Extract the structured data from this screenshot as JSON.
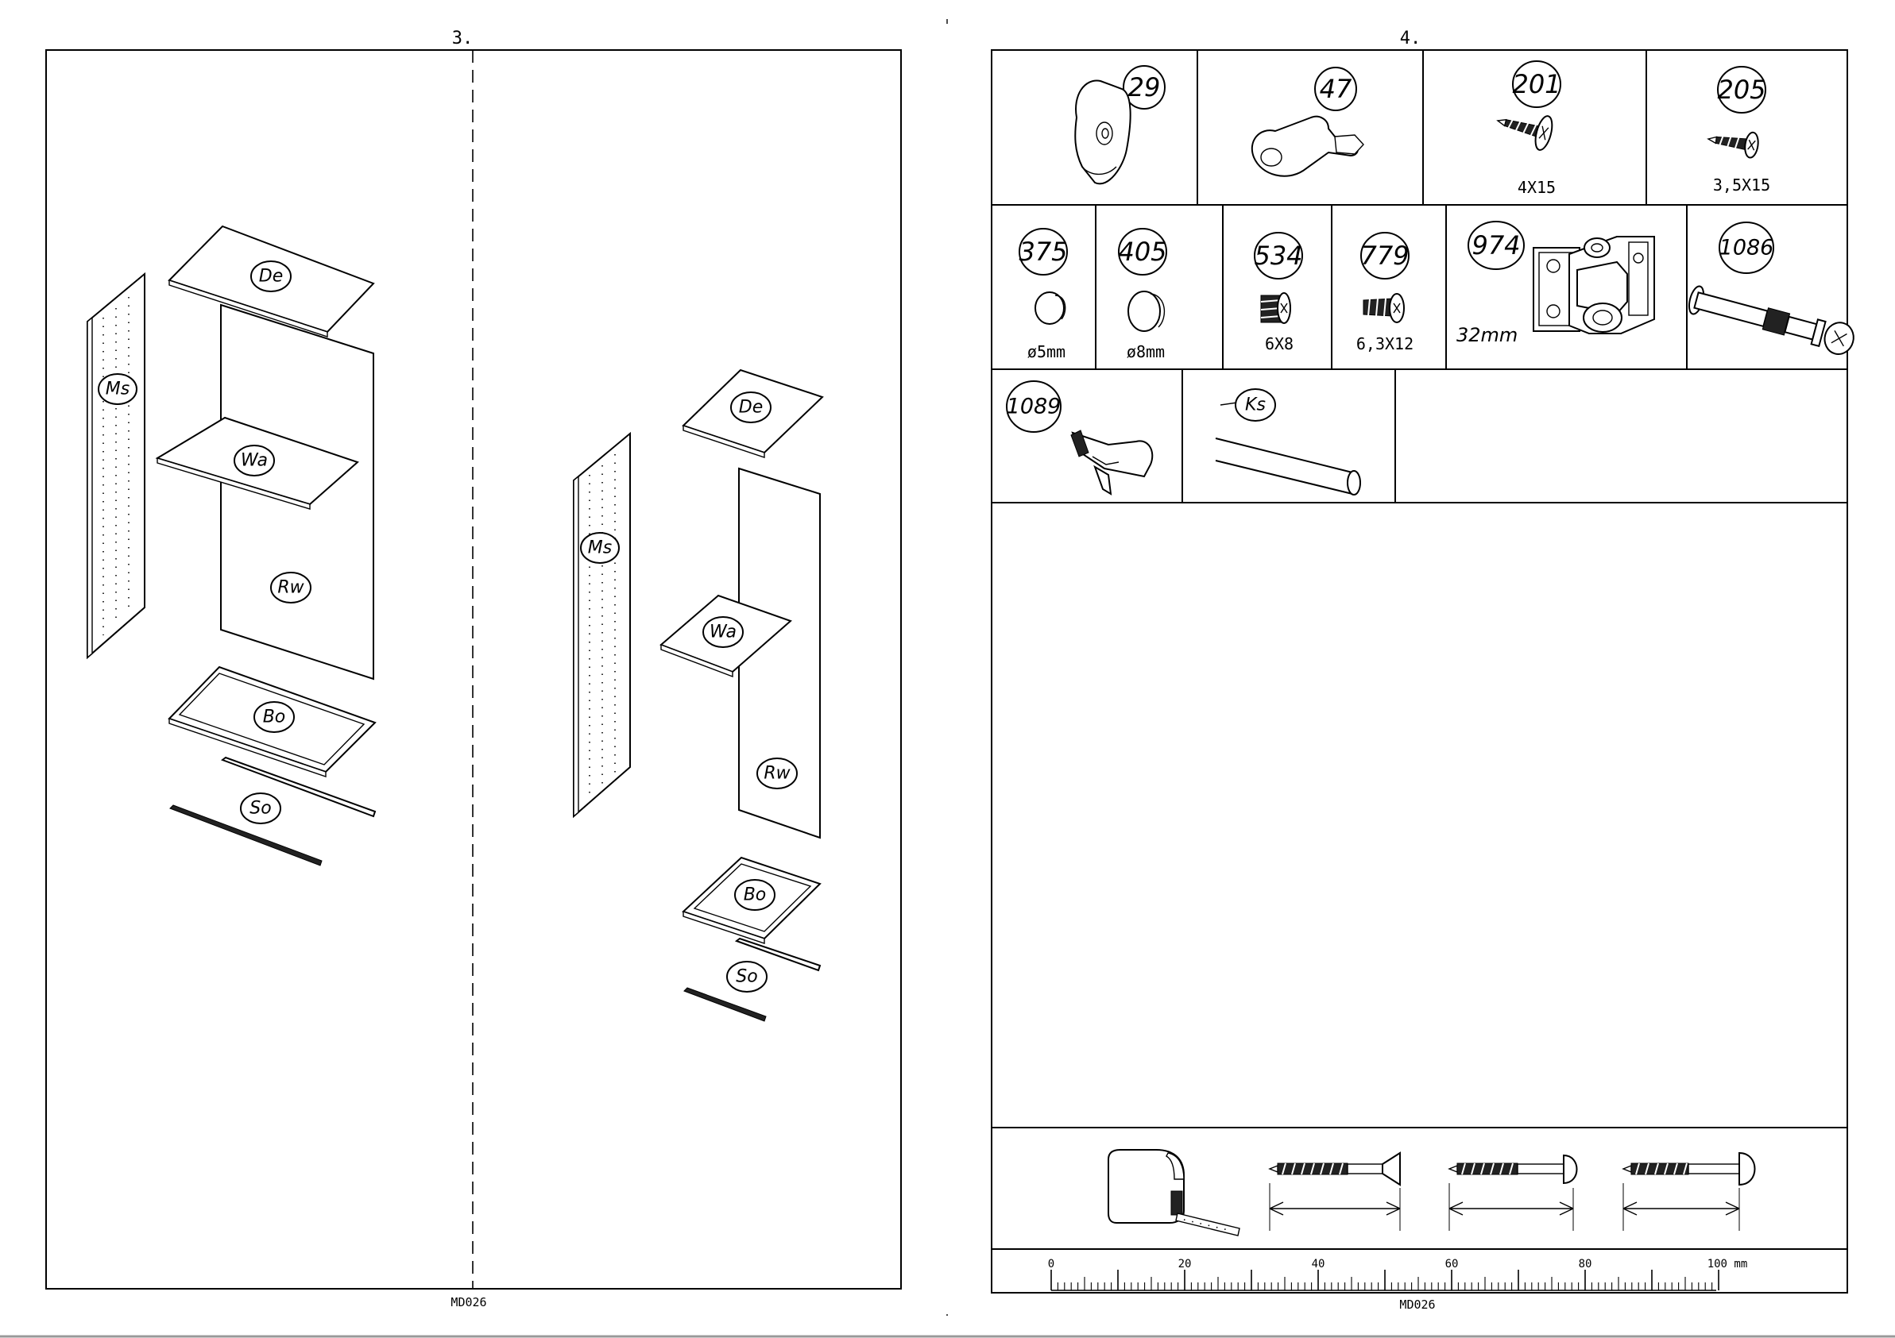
{
  "page_left": {
    "step_number": "3.",
    "footer_code": "MD026",
    "panels": [
      "De",
      "Ms",
      "Wa",
      "Rw",
      "Bo",
      "So"
    ]
  },
  "page_right": {
    "step_number": "4.",
    "footer_code": "MD026",
    "parts": [
      {
        "id": "29",
        "size": ""
      },
      {
        "id": "47",
        "size": ""
      },
      {
        "id": "201",
        "size": "4X15"
      },
      {
        "id": "205",
        "size": "3,5X15"
      },
      {
        "id": "375",
        "size": "ø5mm"
      },
      {
        "id": "405",
        "size": "ø8mm"
      },
      {
        "id": "534",
        "size": "6X8"
      },
      {
        "id": "779",
        "size": "6,3X12"
      },
      {
        "id": "974",
        "size": "32mm"
      },
      {
        "id": "1086",
        "size": ""
      },
      {
        "id": "1089",
        "size": ""
      },
      {
        "id": "Ks",
        "size": ""
      }
    ],
    "ruler": {
      "labels": [
        "0",
        "20",
        "40",
        "60",
        "80",
        "100 mm"
      ],
      "max_mm": 100
    }
  }
}
